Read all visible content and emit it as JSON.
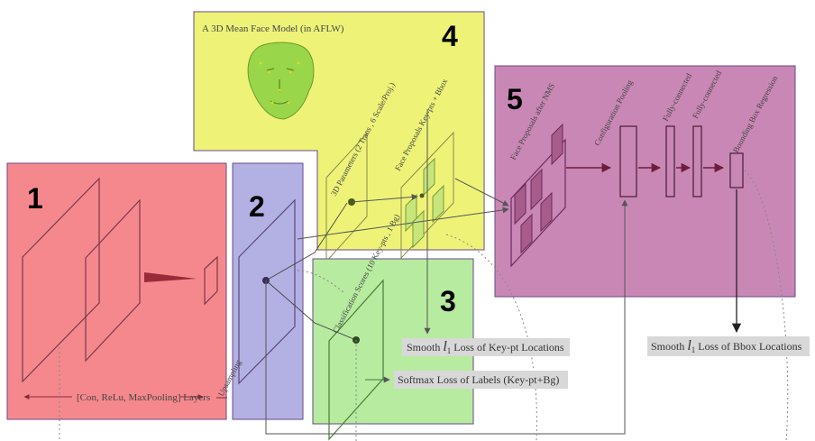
{
  "panels": {
    "p1": {
      "number": "1",
      "color": "#f5888d"
    },
    "p2": {
      "number": "2",
      "color": "#b3b0e3"
    },
    "p3": {
      "number": "3",
      "color": "#b7eba0"
    },
    "p4": {
      "number": "4",
      "color": "#eef378",
      "title": "A 3D Mean Face Model (in AFLW)"
    },
    "p5": {
      "number": "5",
      "color": "#c987b5"
    }
  },
  "labels": {
    "conv_layers": "[Con, ReLu, MaxPooling] Layers",
    "upsampling": "Upsampling",
    "params_3d": "3D Parameters (2 Trans , 6 Scale/Proj.)",
    "face_proposals": "Face Proposals Key-pts + Bbox",
    "classification": "Classification Scores (10 Key-pts , 1 Bg)",
    "after_nms": "Face Proposals after NMS",
    "config_pooling": "Configuration Pooling",
    "fc1": "Fully-connected",
    "fc2": "Fully-connected",
    "bbox_reg": "Bounding Box Regression"
  },
  "losses": {
    "smooth_prefix": "Smooth",
    "l1": "l",
    "sub1": "1",
    "keypt_suffix": "Loss of Key-pt Locations",
    "bbox_suffix": "Loss of Bbox Locations",
    "softmax": "Softmax Loss of Labels (Key-pt+Bg)"
  }
}
